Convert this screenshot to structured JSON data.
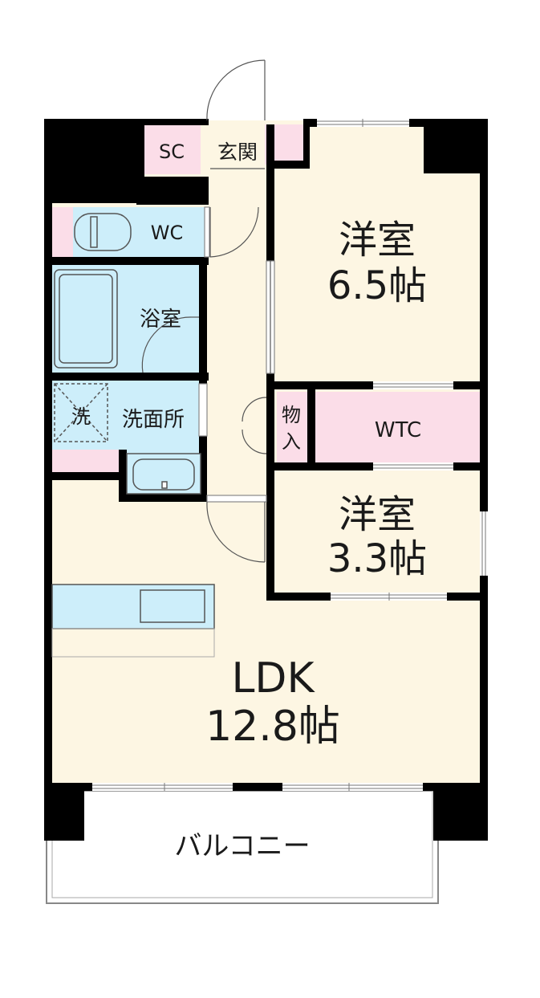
{
  "rooms": {
    "sc": "SC",
    "entrance": "玄関",
    "wc": "WC",
    "bath": "浴室",
    "washer": "洗",
    "washroom": "洗面所",
    "western1_name": "洋室",
    "western1_size": "6.5帖",
    "storage": [
      "物",
      "入"
    ],
    "wtc": "WTC",
    "western2_name": "洋室",
    "western2_size": "3.3帖",
    "ldk_name": "LDK",
    "ldk_size": "12.8帖",
    "balcony": "バルコニー"
  },
  "colors": {
    "floor": "#fdf6e3",
    "wet_area": "#cdeefa",
    "storage": "#fbdde8",
    "wall": "#000000"
  }
}
